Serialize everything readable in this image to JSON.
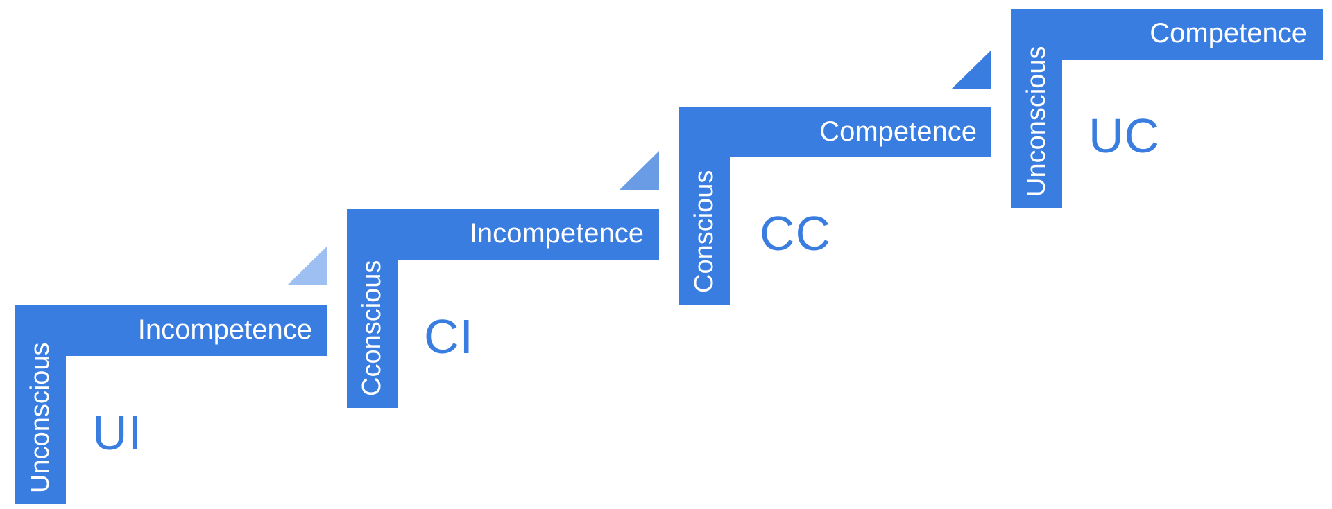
{
  "colors": {
    "bar": "#3a7de0",
    "triangles": [
      "#9dbff2",
      "#6a9ce6",
      "#3a7de0"
    ]
  },
  "stages": [
    {
      "vertical_label": "Unconscious",
      "horizontal_label": "Incompetence",
      "abbreviation": "UI"
    },
    {
      "vertical_label": "Cconscious",
      "horizontal_label": "Incompetence",
      "abbreviation": "CI"
    },
    {
      "vertical_label": "Conscious",
      "horizontal_label": "Competence",
      "abbreviation": "CC"
    },
    {
      "vertical_label": "Unconscious",
      "horizontal_label": "Competence",
      "abbreviation": "UC"
    }
  ]
}
